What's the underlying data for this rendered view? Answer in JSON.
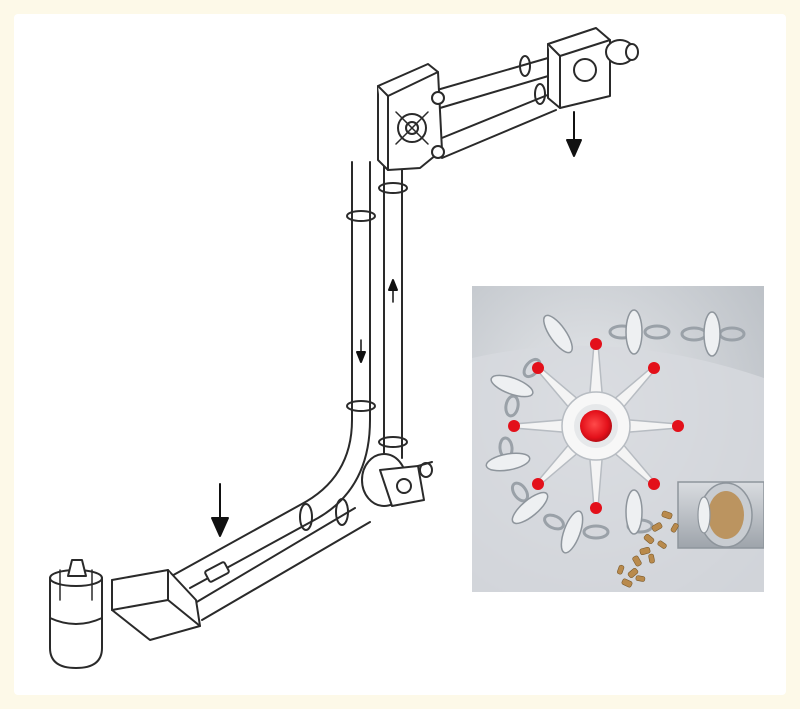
{
  "diagram": {
    "subject": "tubular-chain-conveyor",
    "flow_arrows": [
      "outlet-discharge-arrow",
      "return-down-arrow",
      "carry-up-arrow",
      "inlet-feed-arrow"
    ],
    "inset": {
      "subject": "sprocket-disc-chain-closeup",
      "colors": {
        "background": "#cfd3d8",
        "sprocket": "#f1f1f1",
        "hub": "#e3101a",
        "chain": "#c7ccd2",
        "material": "#b98a4c",
        "tube": "#b7bcc2"
      }
    },
    "colors": {
      "line": "#2a2a2a",
      "fill": "#ffffff",
      "page": "#fdf9e8"
    }
  }
}
